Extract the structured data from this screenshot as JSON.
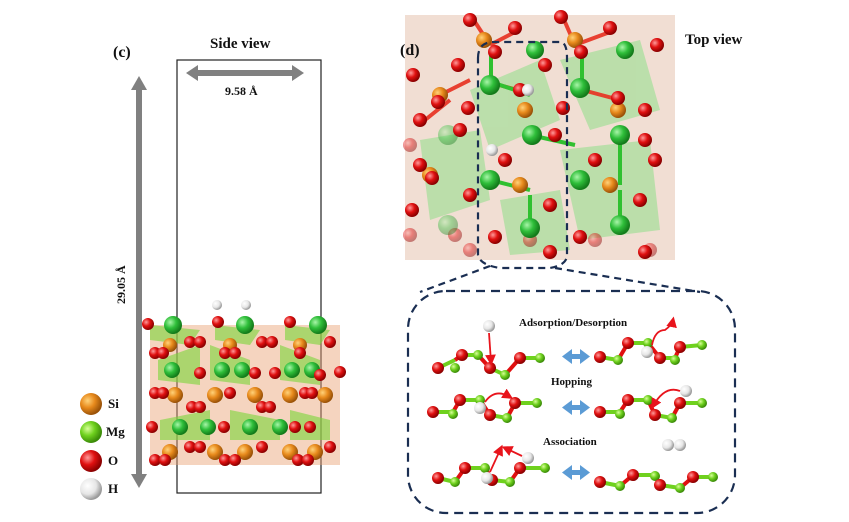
{
  "panel_c": {
    "label": "(c)",
    "title": "Side view",
    "width_dimension": "9.58 Å",
    "height_dimension": "29.05 Å"
  },
  "panel_d": {
    "label": "(d)",
    "title": "Top view"
  },
  "legend": {
    "items": [
      {
        "symbol": "Si",
        "color": "#e88a1c"
      },
      {
        "symbol": "Mg",
        "color": "#6fd11e"
      },
      {
        "symbol": "O",
        "color": "#e01010"
      },
      {
        "symbol": "H",
        "color": "#e8e8e8"
      }
    ]
  },
  "mechanisms": {
    "items": [
      {
        "label": "Adsorption/Desorption"
      },
      {
        "label": "Hopping"
      },
      {
        "label": "Association"
      }
    ],
    "arrow_color": "#5b9bd5",
    "reaction_arrow_color": "#e8141c"
  },
  "colors": {
    "si": "#e88a1c",
    "mg": "#6fd11e",
    "mg_dark": "#2fbf3a",
    "o": "#e01010",
    "h": "#eeeeee",
    "dashed_frame": "#1a2e52",
    "dimension_arrow": "#808080"
  }
}
